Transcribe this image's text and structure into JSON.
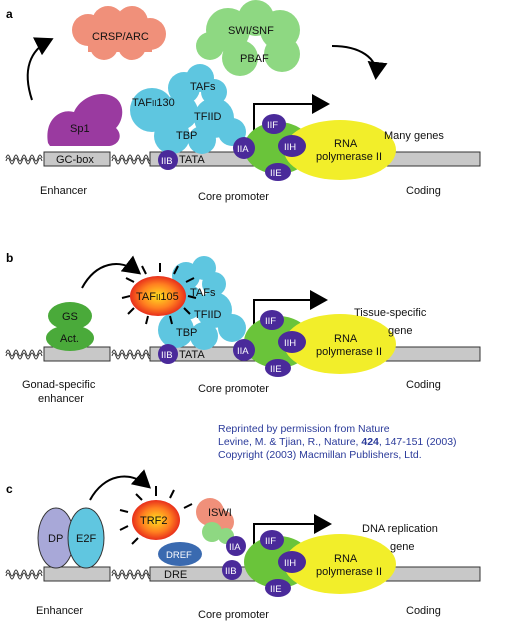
{
  "panel_a": {
    "letter": "a",
    "crsp": "CRSP/ARC",
    "swi": "SWI/SNF",
    "pbaf": "PBAF",
    "sp1": "Sp1",
    "tafii130": "TAFII130",
    "tafs": "TAFs",
    "tfiid": "TFIID",
    "tbp": "TBP",
    "iib": "IIB",
    "tata": "TATA",
    "iia": "IIA",
    "iif": "IIF",
    "iih": "IIH",
    "iie": "IIE",
    "rna": "RNA",
    "pol": "polymerase II",
    "gcbox": "GC-box",
    "gene": "Many genes",
    "enhancer": "Enhancer",
    "core": "Core promoter",
    "coding": "Coding"
  },
  "panel_b": {
    "letter": "b",
    "gs": "GS",
    "act": "Act.",
    "taf105": "TAFII105",
    "tafs": "TAFs",
    "tfiid": "TFIID",
    "tbp": "TBP",
    "iib": "IIB",
    "tata": "TATA",
    "iia": "IIA",
    "iif": "IIF",
    "iih": "IIH",
    "iie": "IIE",
    "rna": "RNA",
    "pol": "polymerase II",
    "gene1": "Tissue-specific",
    "gene2": "gene",
    "enh1": "Gonad-specific",
    "enh2": "enhancer",
    "core": "Core promoter",
    "coding": "Coding"
  },
  "credit": {
    "line1": "Reprinted by permission from Nature",
    "line2_pre": "Levine, M. & Tjian, R., Nature, ",
    "line2_bold": "424",
    "line2_post": ", 147-151 (2003)",
    "line3": "Copyright (2003) Macmillan Publishers, Ltd."
  },
  "panel_c": {
    "letter": "c",
    "dp": "DP",
    "e2f": "E2F",
    "trf2": "TRF2",
    "iswi": "ISWI",
    "dref": "DREF",
    "dre": "DRE",
    "iib": "IIB",
    "iia": "IIA",
    "iif": "IIF",
    "iih": "IIH",
    "iie": "IIE",
    "rna": "RNA",
    "pol": "polymerase II",
    "gene1": "DNA replication",
    "gene2": "gene",
    "enhancer": "Enhancer",
    "core": "Core promoter",
    "coding": "Coding"
  },
  "colors": {
    "purple": "#4a2a9a",
    "sp1": "#9a3aa0",
    "cyan": "#5ec6e0",
    "green": "#6ac43a",
    "yellow": "#f2ee2a",
    "salmon": "#f0907a",
    "lightgreen": "#8ed882",
    "gray": "#c8c8c8"
  }
}
